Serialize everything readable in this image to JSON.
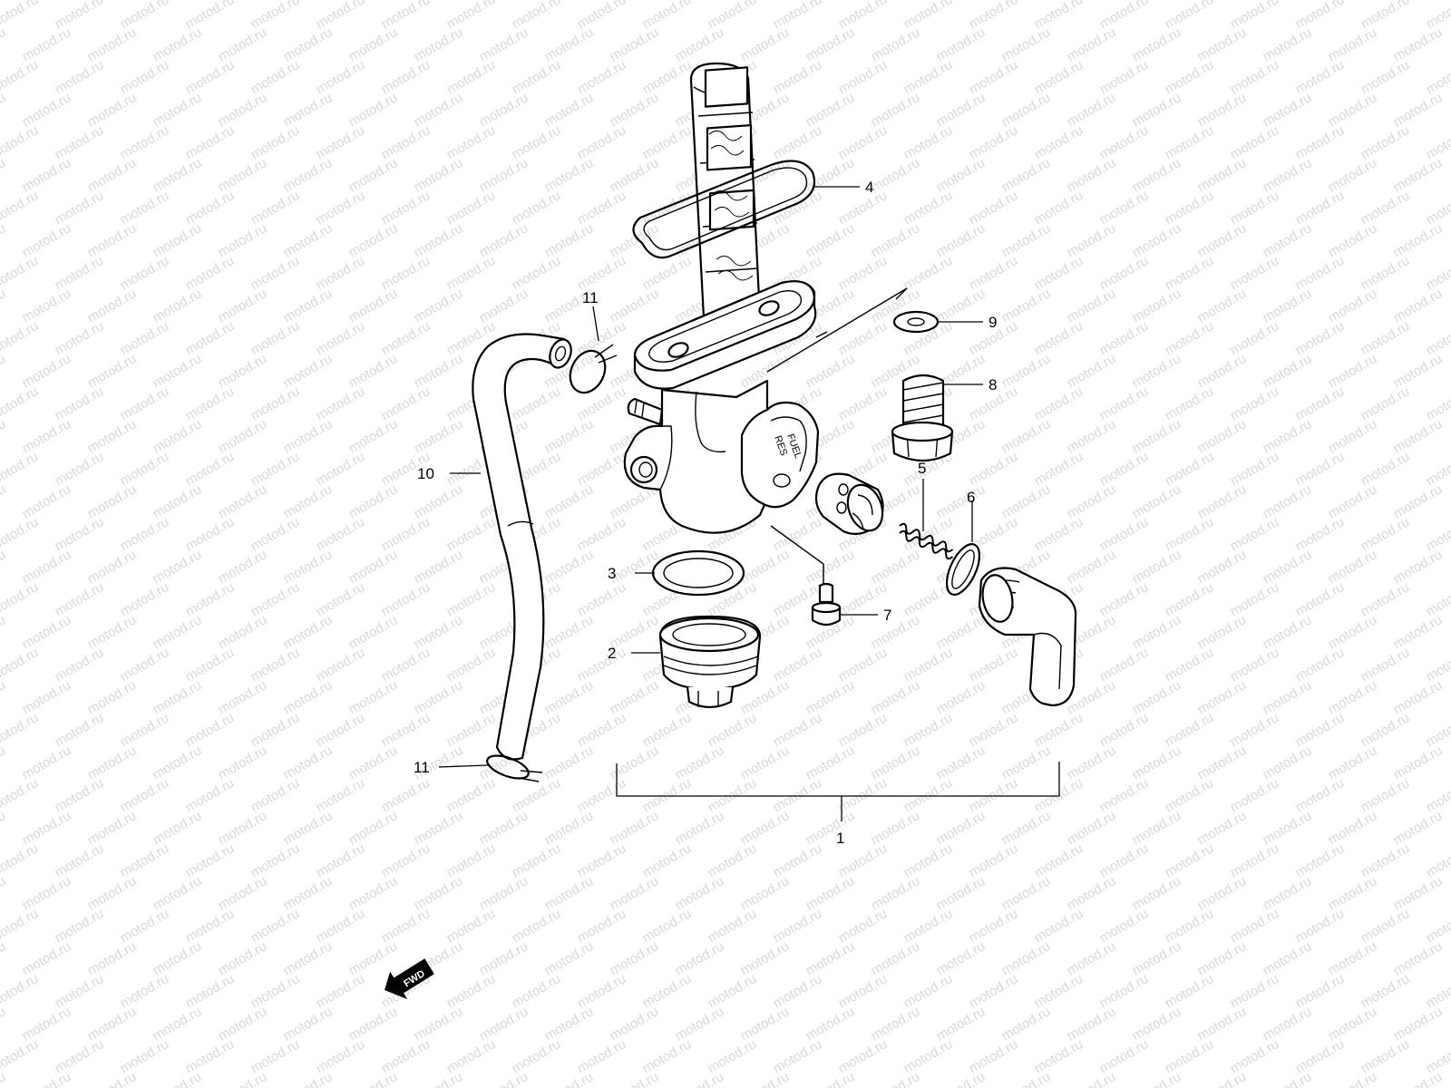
{
  "watermark": {
    "text": "motod.ru",
    "color": "#d9d9d9"
  },
  "callouts": {
    "c1": "1",
    "c2": "2",
    "c3": "3",
    "c4": "4",
    "c5": "5",
    "c6": "6",
    "c7": "7",
    "c8": "8",
    "c9": "9",
    "c10": "10",
    "c11_top": "11",
    "c11_bottom": "11"
  },
  "body_markings": {
    "line1": "FUEL",
    "line2": "RES"
  },
  "fwd_badge": {
    "label": "FWD"
  },
  "colors": {
    "ink": "#000000",
    "paper": "#ffffff"
  }
}
